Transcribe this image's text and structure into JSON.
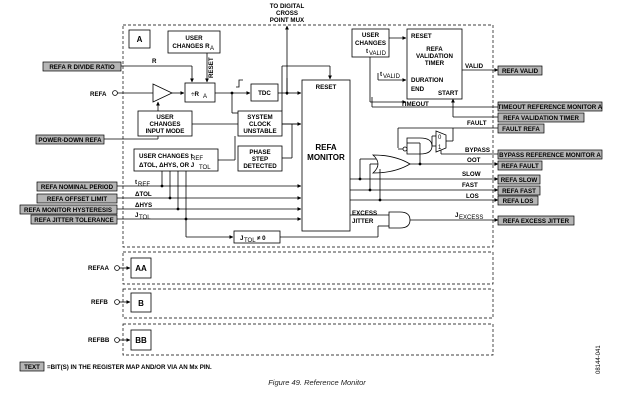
{
  "top": {
    "line1": "TO DIGITAL",
    "line2": "CROSS",
    "line3": "POINT MUX"
  },
  "ref_a": {
    "panel_label": "A",
    "user_changes_ra_1": "USER",
    "user_changes_ra_2": "CHANGES R",
    "user_changes_ra_sub": "A",
    "r_label": "R",
    "reset_vertical": "RESET",
    "divider_label": "÷R",
    "divider_sub": "A",
    "tdc": "TDC",
    "user_changes_input_1": "USER",
    "user_changes_input_2": "CHANGES",
    "user_changes_input_3": "INPUT MODE",
    "system_clock_1": "SYSTEM",
    "system_clock_2": "CLOCK",
    "system_clock_3": "UNSTABLE",
    "user_changes_tref_1": "USER CHANGES t",
    "user_changes_tref_sub": "REF",
    "user_changes_tref_2": "ΔTOL, ΔHYS, OR J",
    "user_changes_tref_2_sub": "TOL",
    "phase_step_1": "PHASE",
    "phase_step_2": "STEP",
    "phase_step_3": "DETECTED",
    "monitor_reset": "RESET",
    "monitor_title_1": "REFA",
    "monitor_title_2": "MONITOR",
    "user_changes_tvalid_1": "USER",
    "user_changes_tvalid_2": "CHANGES",
    "user_changes_tvalid_3": "t",
    "user_changes_tvalid_sub": "VALID",
    "timer_reset": "RESET",
    "timer_title_1": "REFA",
    "timer_title_2": "VALIDATION",
    "timer_title_3": "TIMER",
    "tvalid": "t",
    "tvalid_sub": "VALID",
    "duration": "DURATION",
    "end": "END",
    "start": "START",
    "valid_out": "VALID",
    "timeout": "TIMEOUT",
    "fault": "FAULT",
    "bypass": "BYPASS",
    "oot": "OOT",
    "slow": "SLOW",
    "fast": "FAST",
    "los": "LOS",
    "excess_jitter_1": "EXCESS",
    "excess_jitter_2": "JITTER",
    "jexcess": "J",
    "jexcess_sub": "EXCESS",
    "jtol_ne_0": "J",
    "jtol_sub": "TOL",
    "jtol_suffix": " ≠ 0",
    "tref_in": "t",
    "tref_in_sub": "REF",
    "dtol_in": "ΔTOL",
    "dhys_in": "ΔHYS",
    "jtol_in": "J",
    "jtol_in_sub": "TOL"
  },
  "left_tags": {
    "divide_ratio": "REFA R DIVIDE RATIO",
    "refa_pin": "REFA",
    "power_down": "POWER-DOWN REFA",
    "nominal_period": "REFA NOMINAL PERIOD",
    "offset_limit": "REFA OFFSET LIMIT",
    "monitor_hysteresis": "REFA MONITOR HYSTERESIS",
    "jitter_tolerance": "REFA JITTER TOLERANCE"
  },
  "right_tags": {
    "refa_valid": "REFA VALID",
    "timeout_ref_monitor": "TIMEOUT REFERENCE MONITOR A",
    "validation_timer": "REFA VALIDATION TIMER",
    "fault_refa": "FAULT REFA",
    "bypass_ref_monitor": "BYPASS REFERENCE MONITOR A",
    "refa_fault": "REFA FAULT",
    "refa_slow": "REFA SLOW",
    "refa_fast": "REFA FAST",
    "refa_los": "REFA LOS",
    "refa_excess_jitter": "REFA EXCESS JITTER"
  },
  "panels": [
    {
      "pin": "REFAA",
      "label": "AA"
    },
    {
      "pin": "REFB",
      "label": "B"
    },
    {
      "pin": "REFBB",
      "label": "BB"
    }
  ],
  "legend": {
    "tag": "TEXT",
    "text": "=BIT(S) IN THE REGISTER MAP AND/OR VIA AN Mx PIN."
  },
  "caption": "Figure 49. Reference Monitor",
  "side_code": "08144-041"
}
